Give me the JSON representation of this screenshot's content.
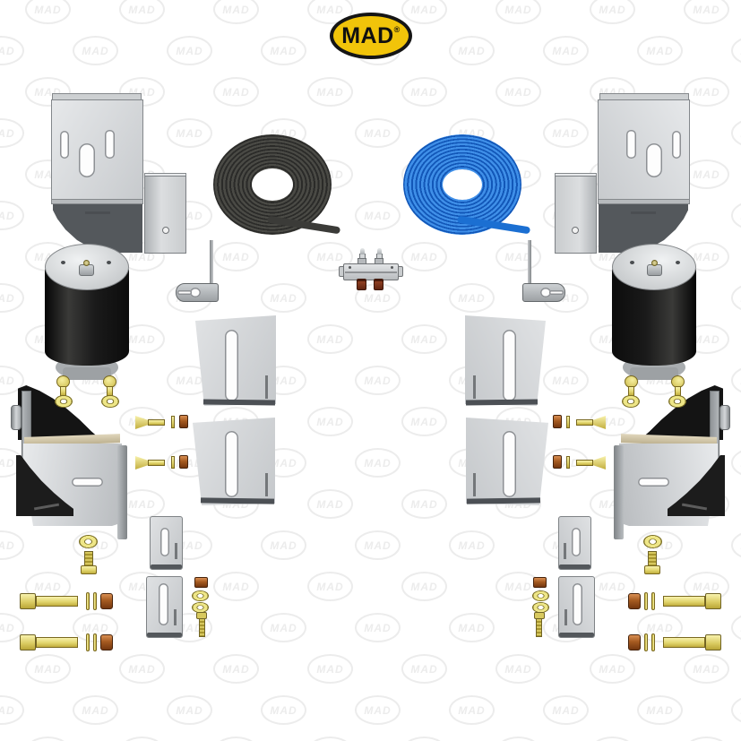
{
  "brand": {
    "logo_text": "MAD",
    "registered_mark": "®",
    "logo_background": "#f1c40a",
    "logo_border": "#151515"
  },
  "watermark": {
    "text": "MAD",
    "color": "#ececec"
  },
  "kit": {
    "sides": [
      "left",
      "right"
    ],
    "parts": [
      {
        "name": "upper-mounting-bracket",
        "quantity": 2,
        "finish": "#d0d3d5"
      },
      {
        "name": "air-spring-bellow",
        "quantity": 2,
        "finish": "#1a1a1a"
      },
      {
        "name": "l-bracket-with-keyhole",
        "quantity": 2,
        "finish": "#b5b9bc"
      },
      {
        "name": "slotted-plate-large",
        "quantity": 4,
        "finish": "#d0d3d5"
      },
      {
        "name": "lower-mounting-bracket",
        "quantity": 2,
        "finish": "#1c1c1c"
      },
      {
        "name": "flange-bolt-with-washer",
        "quantity": 4,
        "finish": "#e8df7d"
      },
      {
        "name": "countersunk-bolt-pin-nut-set",
        "quantity": 4,
        "finish": "#e8df7d"
      },
      {
        "name": "washer-and-short-hex-bolt",
        "quantity": 2,
        "finish": "#e8df7d"
      },
      {
        "name": "long-hex-bolt-washers-nut-set",
        "quantity": 4,
        "finish": "#e8df7d"
      },
      {
        "name": "slotted-plate-small",
        "quantity": 4,
        "finish": "#d0d3d5"
      },
      {
        "name": "nut-washers-bolt-stack",
        "quantity": 2,
        "finish": "#c9a24a"
      },
      {
        "name": "air-line-coil-black",
        "quantity": 1,
        "finish": "#3b3b38"
      },
      {
        "name": "air-line-coil-blue",
        "quantity": 1,
        "finish": "#1b6fd2"
      },
      {
        "name": "dual-inflation-valve-bracket",
        "quantity": 1,
        "finish": "#c9ccce"
      }
    ]
  }
}
